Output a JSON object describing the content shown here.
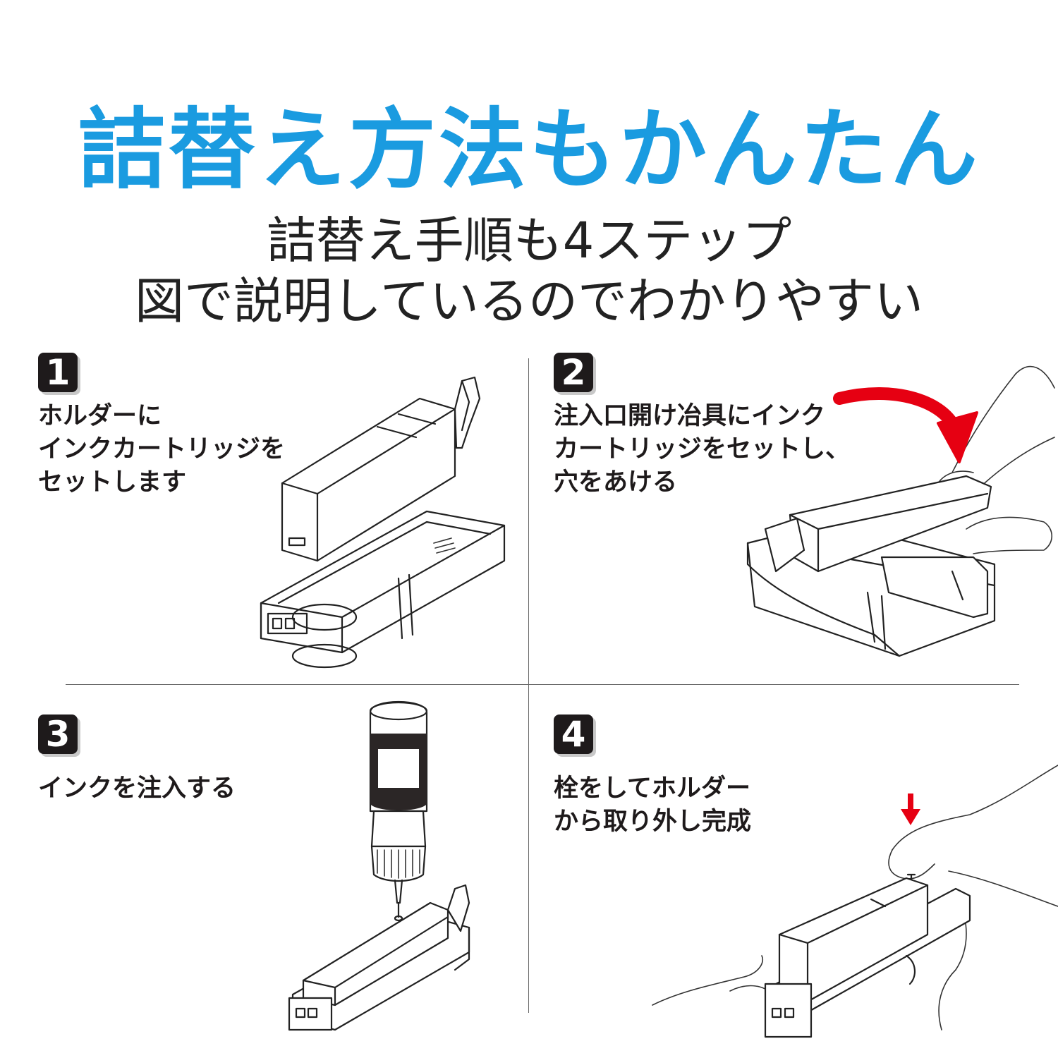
{
  "title": "詰替え方法もかんたん",
  "subtitle": {
    "line1": "詰替え手順も4ステップ",
    "line2": "図で説明しているのでわかりやすい"
  },
  "steps": [
    {
      "number": "1",
      "lines": [
        "ホルダーに",
        "インクカートリッジを",
        "セットします"
      ]
    },
    {
      "number": "2",
      "lines": [
        "注入口開け冶具にインク",
        "カートリッジをセットし、",
        "穴をあける"
      ]
    },
    {
      "number": "3",
      "lines": [
        "インクを注入する"
      ]
    },
    {
      "number": "4",
      "lines": [
        "栓をしてホルダー",
        "から取り外し完成"
      ]
    }
  ],
  "colors": {
    "title": "#1a9be0",
    "badge": "#1e1a1b",
    "arrow": "#e60012",
    "text": "#1e1a1b"
  },
  "icons": {
    "step2_arrow": "curved-arrow-icon",
    "step4_arrow": "down-arrow-icon"
  }
}
